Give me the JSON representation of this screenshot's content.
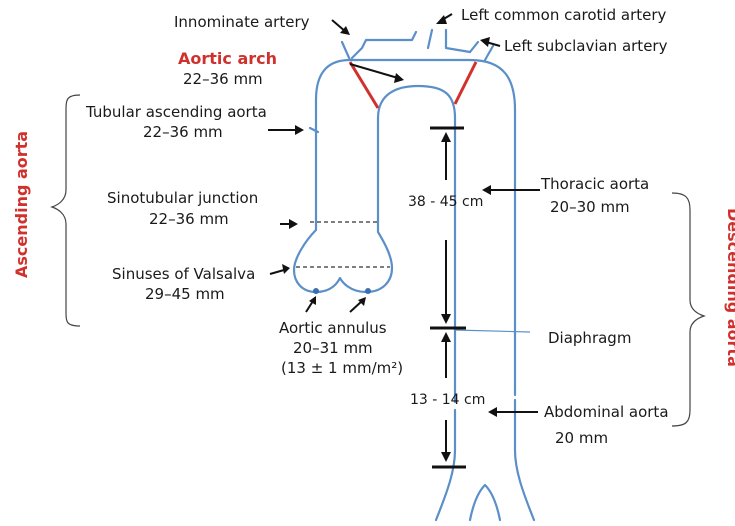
{
  "diagram": {
    "labels": {
      "innominate": "Innominate artery",
      "left_carotid": "Left common carotid artery",
      "left_subclavian": "Left subclavian artery",
      "aortic_arch_title": "Aortic arch",
      "aortic_arch_size": "22–36 mm",
      "tubular_title": "Tubular ascending  aorta",
      "tubular_size": "22–36 mm",
      "stj_title": "Sinotubular junction",
      "stj_size": "22–36 mm",
      "sinuses_title": "Sinuses of Valsalva",
      "sinuses_size": "29–45 mm",
      "annulus_title": "Aortic annulus",
      "annulus_size": "20–31 mm",
      "annulus_index": "(13 ± 1 mm/m²)",
      "thoracic_title": "Thoracic aorta",
      "thoracic_size": "20–30 mm",
      "length_upper": "38 - 45 cm",
      "length_lower": "13 - 14 cm",
      "diaphragm": "Diaphragm",
      "abdominal_title": "Abdominal aorta",
      "abdominal_size": "20 mm",
      "ascending_side": "Ascending aorta",
      "descending_side": "Descending  aorta"
    },
    "colors": {
      "vessel": "#5b8fc9",
      "accent_red": "#d0312d",
      "text": "#1a1a1a"
    }
  }
}
